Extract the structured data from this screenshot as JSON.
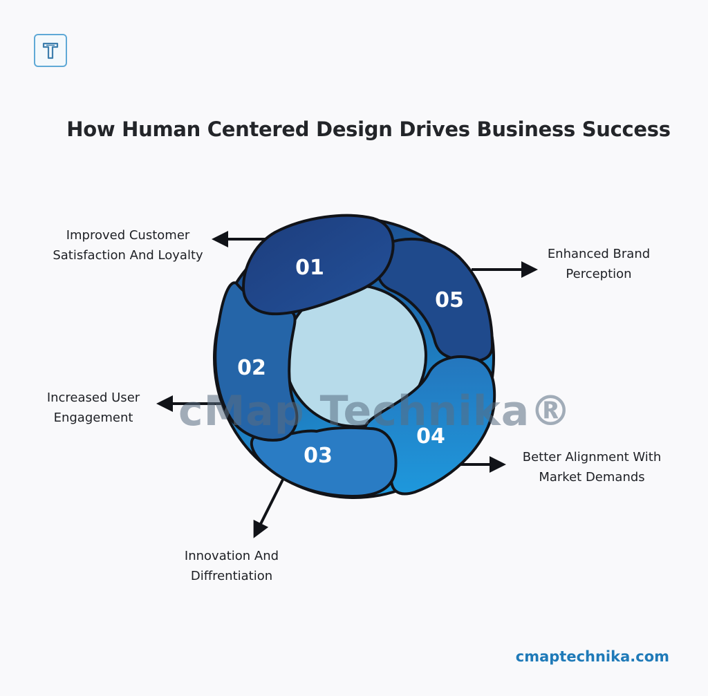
{
  "title": "How Human Centered Design Drives Business Success",
  "steps": [
    {
      "number": "01",
      "label_lines": [
        "Improved Customer",
        "Satisfaction And Loyalty"
      ]
    },
    {
      "number": "02",
      "label_lines": [
        "Increased User",
        "Engagement"
      ]
    },
    {
      "number": "03",
      "label_lines": [
        "Innovation And",
        "Diffrentiation"
      ]
    },
    {
      "number": "04",
      "label_lines": [
        "Better Alignment With",
        "Market Demands"
      ]
    },
    {
      "number": "05",
      "label_lines": [
        "Enhanced Brand",
        "Perception"
      ]
    }
  ],
  "watermark": "cMap Technika®",
  "footer_url": "cmaptechnika.com",
  "logo_letter": "T",
  "colors": {
    "background": "#f9f9fb",
    "segment_dark": "#1f4a8c",
    "segment_light": "#1e90d6",
    "center": "#b7dbea",
    "outline": "#111318",
    "accent": "#1f7ab8"
  }
}
